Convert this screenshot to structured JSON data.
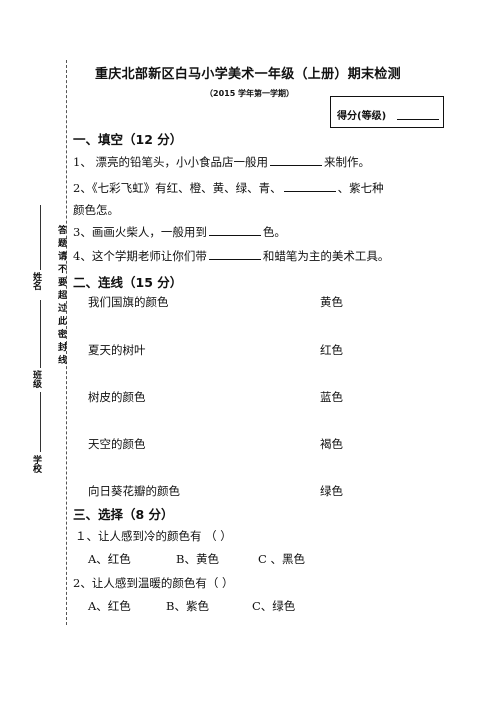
{
  "header": {
    "title": "重庆北部新区白马小学美术一年级（上册）期末检测",
    "subtitle": "（2015 学年第一学期）",
    "score_label": "得分(等级)"
  },
  "binding": {
    "name_label": "姓名",
    "class_label": "班级",
    "school_label": "学校",
    "warning": "答题请不要超过此密封线"
  },
  "section1": {
    "heading": "一、填空（12 分）",
    "q1_pre": "1、  漂亮的铅笔头，小小食品店一般用",
    "q1_post": "来制作。",
    "q2_pre": "2、《七彩飞虹》有红、橙、黄、绿、青、",
    "q2_post": "、紫七种",
    "q2_line2": "颜色怎。",
    "q3_pre": "3、画画火柴人，一般用到",
    "q3_post": "色。",
    "q4_pre": "4、这个学期老师让你们带",
    "q4_post": "和蜡笔为主的美术工具。"
  },
  "section2": {
    "heading": "二、连线（15 分）",
    "left": [
      "我们国旗的颜色",
      "夏天的树叶",
      "树皮的颜色",
      "天空的颜色",
      "向日葵花瓣的颜色"
    ],
    "right": [
      "黄色",
      "红色",
      "蓝色",
      "褐色",
      "绿色"
    ]
  },
  "section3": {
    "heading": "三、选择（8 分）",
    "q1": "１、让人感到冷的颜色有  （            ）",
    "q1_opts": [
      "A、红色",
      "B、黄色",
      "C  、黑色"
    ],
    "q2": "2、让人感到温暖的颜色有（            ）",
    "q2_opts": [
      "A、红色",
      "B、紫色",
      "C、绿色"
    ]
  }
}
